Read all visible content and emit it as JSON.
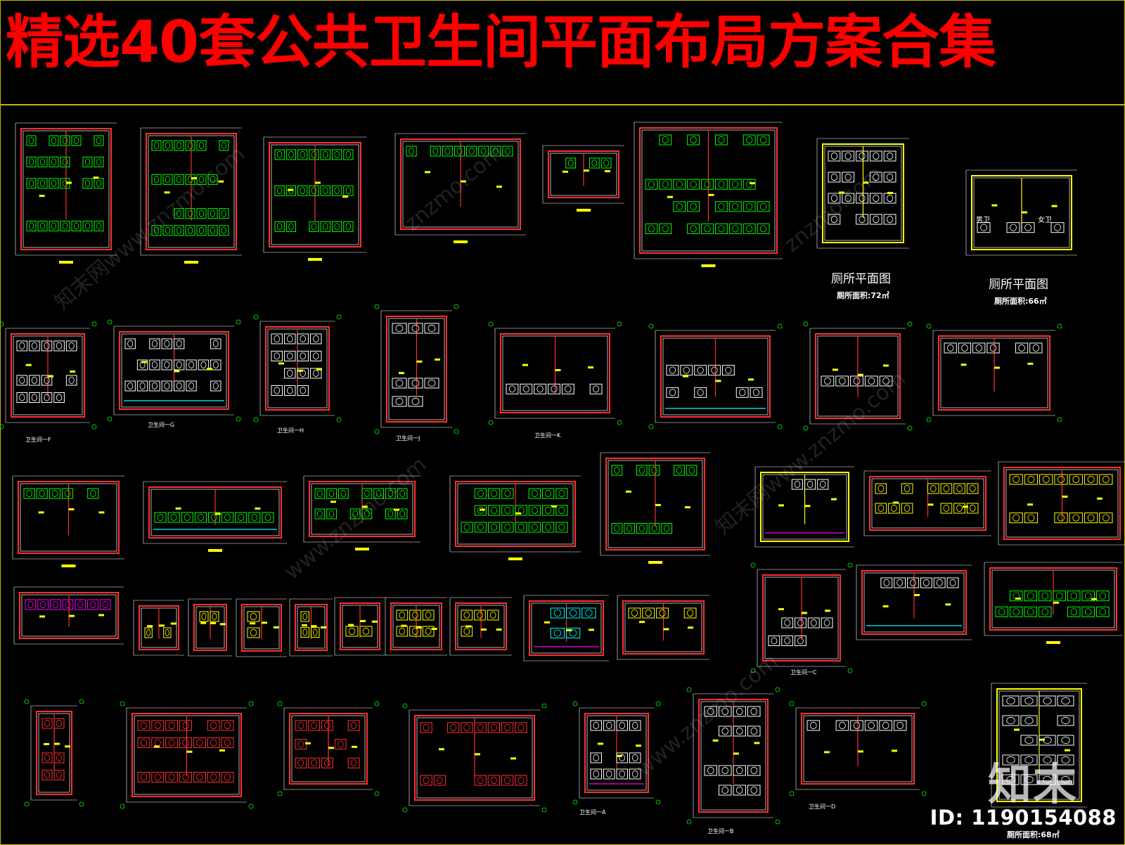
{
  "title": "精选40套公共卫生间平面布局方案合集",
  "colors": {
    "title": "#ff0000",
    "frame": "#c8b400",
    "wall_outline": "#ff3030",
    "fixture_green": "#00ff00",
    "dimension_white": "#ffffff",
    "label_yellow": "#ffff00",
    "cyan": "#00ffff",
    "magenta": "#ff00ff",
    "background": "#000000"
  },
  "plan_captions": {
    "plan_72": {
      "title": "厕所平面图",
      "area": "厕所面积:72㎡"
    },
    "plan_66": {
      "title": "厕所平面图",
      "area": "厕所面积:66㎡"
    },
    "plan_68": {
      "area": "厕所面积:68㎡"
    }
  },
  "room_labels": {
    "male": "男卫",
    "female": "女卫"
  },
  "row2_captions": [
    "卫生间一F",
    "卫生间一G",
    "卫生间一H",
    "卫生间一J",
    "卫生间一K"
  ],
  "row5_captions": [
    "卫生间一C",
    "卫生间一A",
    "卫生间一B",
    "卫生间一D"
  ],
  "watermarks": [
    "知末网www.znzmo.com",
    "znzmo.com",
    "www.znzmo.com"
  ],
  "logo": "知末",
  "id_label": "ID: 1190154088"
}
